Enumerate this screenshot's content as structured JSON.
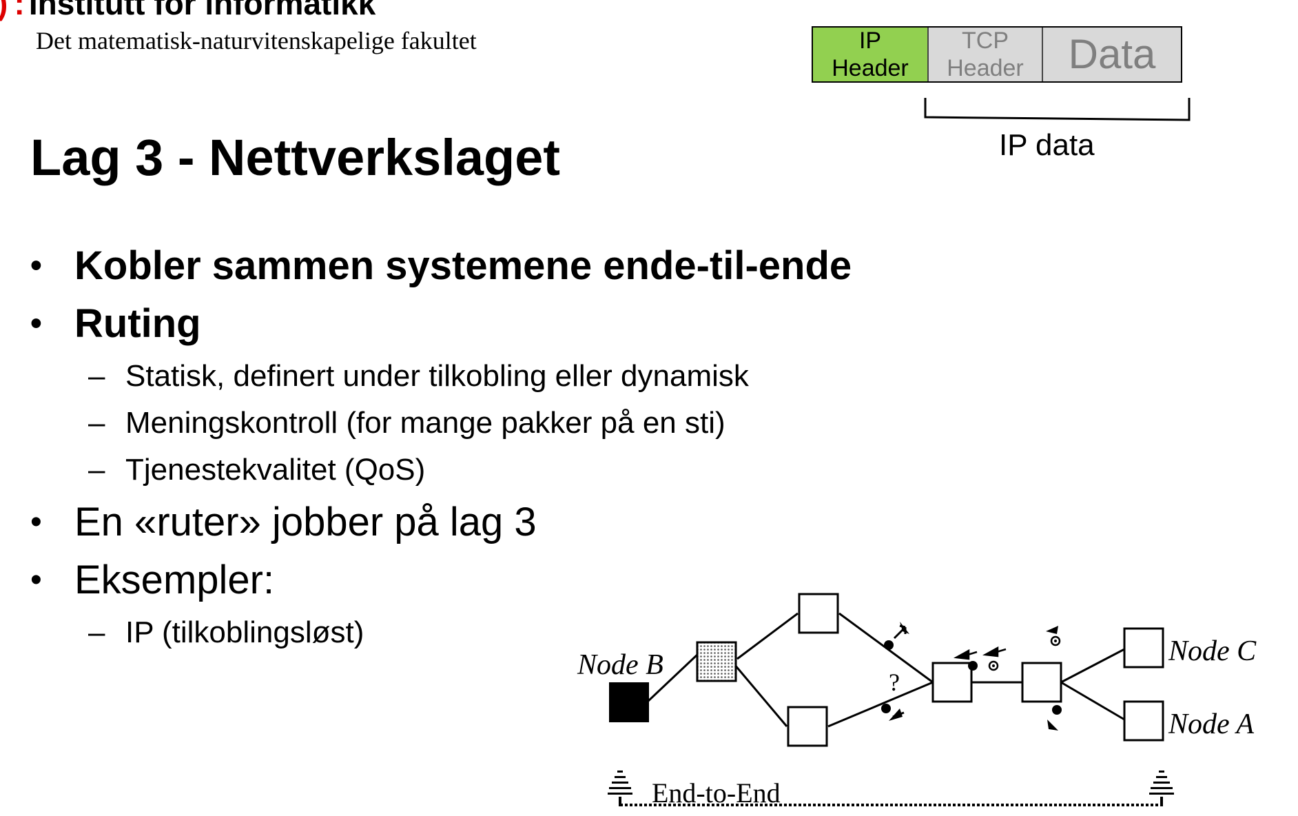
{
  "header": {
    "institute": "Institutt for informatikk",
    "faculty": "Det matematisk-naturvitenskapelige fakultet"
  },
  "title": "Lag 3 - Nettverkslaget",
  "packet": {
    "ip_line1": "IP",
    "ip_line2": "Header",
    "tcp_line1": "TCP",
    "tcp_line2": "Header",
    "data": "Data",
    "ip_data_label": "IP data",
    "colors": {
      "ip_header": "#92d050",
      "tcp_header": "#d9d9d9",
      "data": "#d9d9d9",
      "muted_text": "#7f7f7f"
    }
  },
  "bullets": [
    {
      "level": 1,
      "bold": true,
      "marker": "•",
      "text": "Kobler sammen systemene ende-til-ende"
    },
    {
      "level": 1,
      "bold": true,
      "marker": "•",
      "text": "Ruting"
    },
    {
      "level": 2,
      "bold": false,
      "marker": "–",
      "text": "Statisk, definert under tilkobling eller dynamisk"
    },
    {
      "level": 2,
      "bold": false,
      "marker": "–",
      "text": "Meningskontroll (for mange pakker på en sti)"
    },
    {
      "level": 2,
      "bold": false,
      "marker": "–",
      "text": "Tjenestekvalitet (QoS)"
    },
    {
      "level": 1,
      "bold": false,
      "marker": "•",
      "text": "En «ruter» jobber på lag 3"
    },
    {
      "level": 1,
      "bold": false,
      "marker": "•",
      "text": "Eksempler:"
    },
    {
      "level": 2,
      "bold": false,
      "marker": "–",
      "text": "IP (tilkoblingsløst)"
    }
  ],
  "diagram": {
    "node_b": "Node B",
    "node_c": "Node C",
    "node_a": "Node A",
    "question": "?",
    "end_to_end": "End-to-End"
  }
}
